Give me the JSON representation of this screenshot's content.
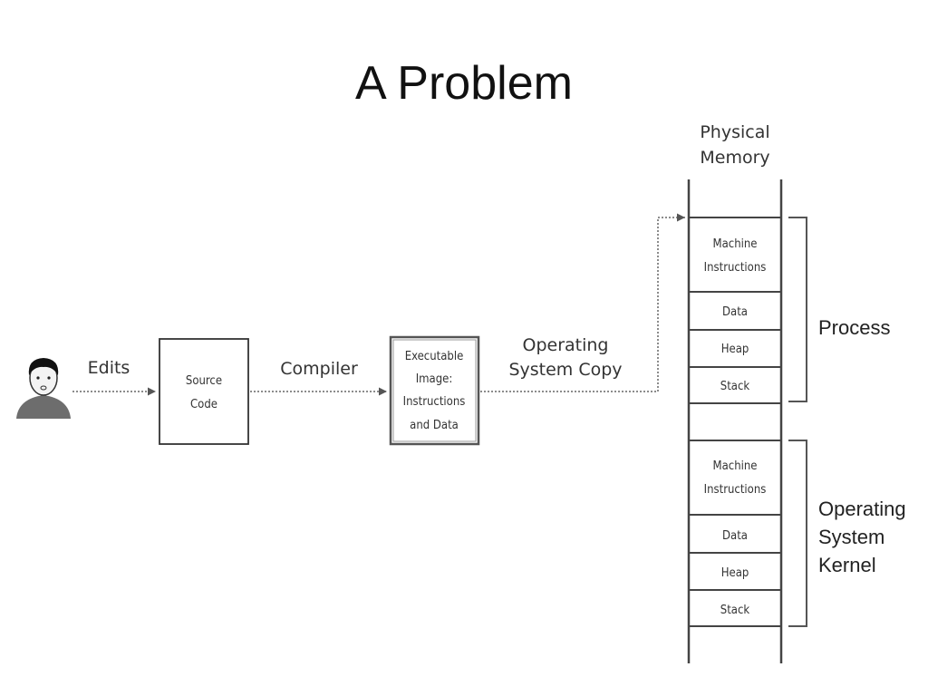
{
  "slide": {
    "title": "A Problem"
  },
  "flow": {
    "edits": "Edits",
    "source_code": [
      "Source",
      "Code"
    ],
    "compiler": "Compiler",
    "executable": [
      "Executable",
      "Image:",
      "Instructions",
      "and Data"
    ],
    "os_copy": [
      "Operating",
      "System Copy"
    ]
  },
  "memory": {
    "heading": [
      "Physical",
      "Memory"
    ],
    "process_segments": [
      [
        "Machine",
        "Instructions"
      ],
      [
        "Data"
      ],
      [
        "Heap"
      ],
      [
        "Stack"
      ]
    ],
    "kernel_segments": [
      [
        "Machine",
        "Instructions"
      ],
      [
        "Data"
      ],
      [
        "Heap"
      ],
      [
        "Stack"
      ]
    ],
    "process_label": [
      "Process"
    ],
    "kernel_label": [
      "Operating",
      "System",
      "Kernel"
    ]
  }
}
